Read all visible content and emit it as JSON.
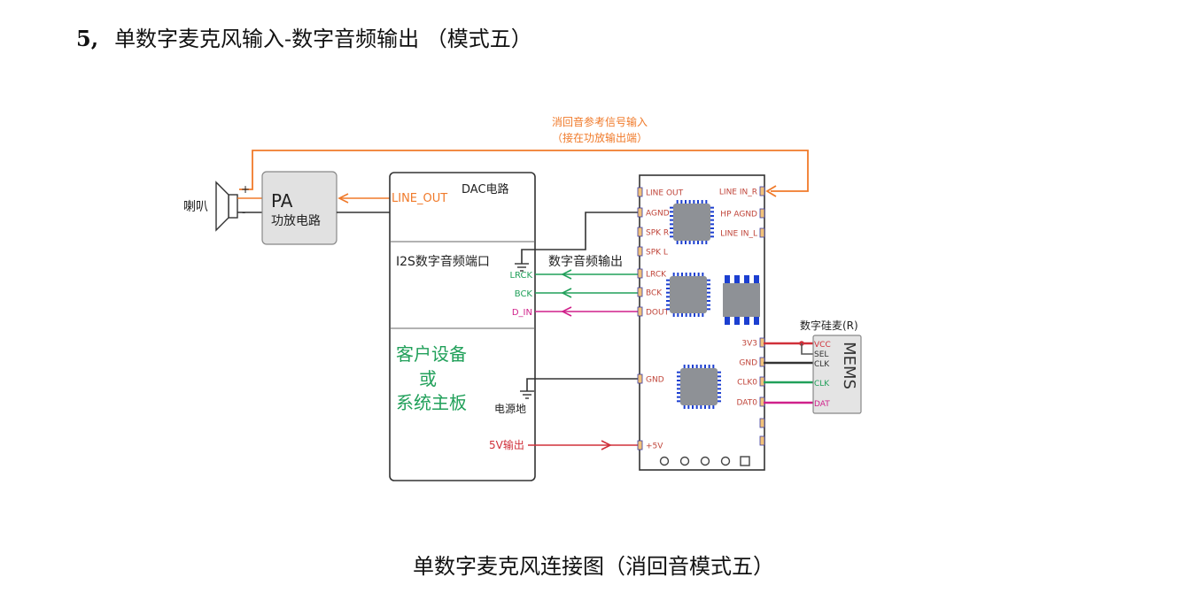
{
  "heading": {
    "number": "5,",
    "title": "单数字麦克风输入-数字音频输出 （模式五）"
  },
  "caption": "单数字麦克风连接图（消回音模式五）",
  "diagram": {
    "echo_ref_title": "消回音参考信号输入",
    "echo_ref_sub": "（接在功放输出端）",
    "speaker_label": "喇叭",
    "plus": "+",
    "minus": "-",
    "pa_title": "PA",
    "pa_sub": "功放电路",
    "dac_label": "DAC电路",
    "line_out": "LINE_OUT",
    "i2s_port": "I2S数字音频端口",
    "i2s_lrck": "LRCK",
    "i2s_bck": "BCK",
    "i2s_din": "D_IN",
    "digital_out": "数字音频输出",
    "customer_line1": "客户设备",
    "customer_line2": "或",
    "customer_line3": "系统主板",
    "power_ground": "电源地",
    "five_v_out": "5V输出",
    "mic_label": "数字硅麦(R)",
    "mems": "MEMS",
    "mic_vcc": "VCC",
    "mic_sel": "SEL",
    "mic_clk": "CLK",
    "mic_clk2": "CLK",
    "mic_dat": "DAT",
    "pins_left": [
      "LINE OUT",
      "AGND",
      "SPK R",
      "SPK L",
      "LRCK",
      "BCK",
      "DOUT",
      "GND",
      "+5V"
    ],
    "pins_right": [
      "LINE IN_R",
      "HP AGND",
      "LINE IN_L",
      "3V3",
      "GND",
      "CLK0",
      "DAT0"
    ],
    "colors": {
      "orange": "#f07a2a",
      "green": "#21a05a",
      "magenta": "#d0208a",
      "red": "#d0303a",
      "dark": "#333333",
      "chip": "#8e9196",
      "blue": "#1c3fd0"
    }
  }
}
